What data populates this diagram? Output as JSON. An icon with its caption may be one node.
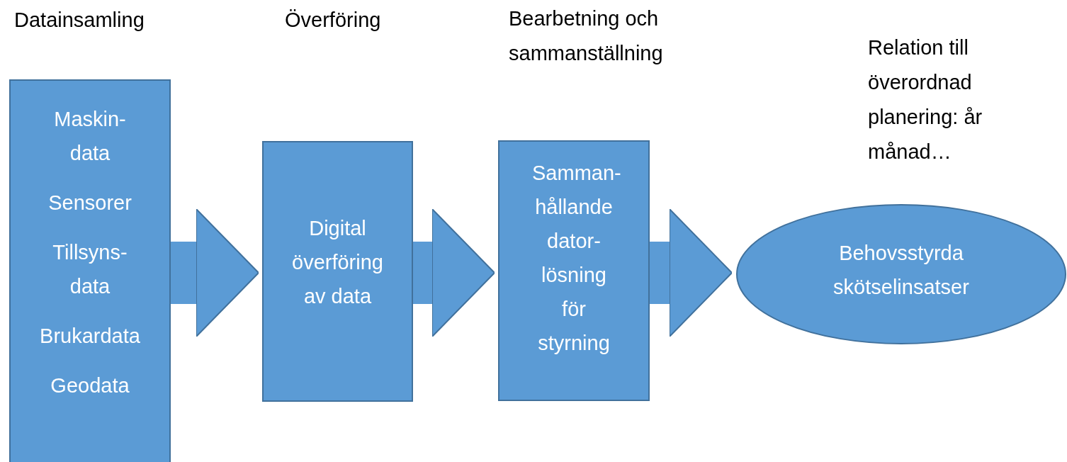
{
  "diagram": {
    "nodes": [
      {
        "text": [
          "Maskin- data",
          "Sensorer",
          "Tillsyns- data",
          "Brukardata",
          "Geodata"
        ]
      },
      {
        "text": [
          "Digital överföring av data"
        ]
      },
      {
        "text": [
          "Samman- hållande dator- lösning för styrning"
        ]
      },
      {
        "text": [
          "Behovsstyrda skötselinsatser"
        ]
      }
    ],
    "edges": [
      {
        "from": 0,
        "to": 1,
        "arrow": "to"
      },
      {
        "from": 1,
        "to": 2,
        "arrow": "to"
      },
      {
        "from": 2,
        "to": 3,
        "arrow": "to"
      }
    ],
    "labels": [
      "Datainsamling",
      "Överföring",
      "Bearbetning och sammanställning",
      "Relation till överordnad planering: år månad…"
    ]
  }
}
